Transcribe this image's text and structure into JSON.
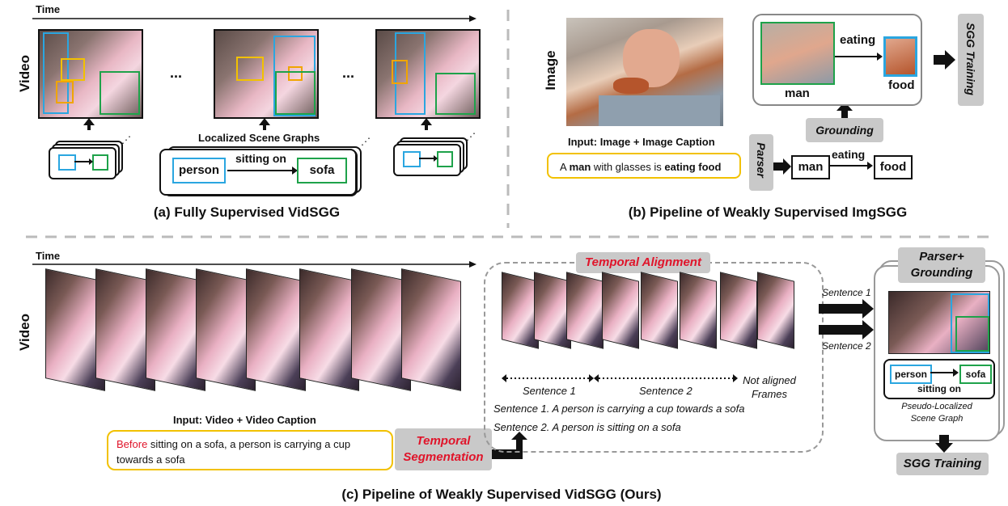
{
  "panel_a": {
    "time_label": "Time",
    "video_label": "Video",
    "ellipsis1": "...",
    "ellipsis2": "...",
    "localized_label": "Localized Scene Graphs",
    "subject": "person",
    "predicate": "sitting on",
    "object": "sofa",
    "caption": "(a) Fully Supervised VidSGG"
  },
  "panel_b": {
    "image_label": "Image",
    "input_label": "Input: Image + Image Caption",
    "caption_parts": [
      "A ",
      "man",
      " with glasses is ",
      "eating food"
    ],
    "parser": "Parser",
    "grounding": "Grounding",
    "sgg_training": "SGG Training",
    "subject": "man",
    "predicate": "eating",
    "object": "food",
    "caption": "(b) Pipeline of Weakly Supervised ImgSGG"
  },
  "panel_c": {
    "time_label": "Time",
    "video_label": "Video",
    "input_label": "Input: Video + Video Caption",
    "caption_before": "Before",
    "caption_rest": " sitting on a sofa, a person is carrying a cup towards a sofa",
    "temporal_segmentation": "Temporal Segmentation",
    "temporal_alignment": "Temporal Alignment",
    "sentence1_span": "Sentence 1",
    "sentence2_span": "Sentence 2",
    "not_aligned": "Not aligned Frames",
    "sentence1_text": "Sentence 1. A person is carrying a cup towards a sofa",
    "sentence2_text": "Sentence 2. A person is sitting on a sofa",
    "arrow1_label": "Sentence 1",
    "arrow2_label": "Sentence 2",
    "parser_grounding": "Parser+ Grounding",
    "subject": "person",
    "predicate": "sitting on",
    "object": "sofa",
    "pseudo_label": "Pseudo-Localized Scene Graph",
    "sgg_training": "SGG Training",
    "caption": "(c) Pipeline of Weakly Supervised VidSGG (Ours)"
  },
  "colors": {
    "blue": "#2aa6e0",
    "green": "#1ea24a",
    "yellow": "#f2c100",
    "orange": "#f0a500",
    "red": "#e0142a",
    "gray": "#c9c9c9"
  }
}
